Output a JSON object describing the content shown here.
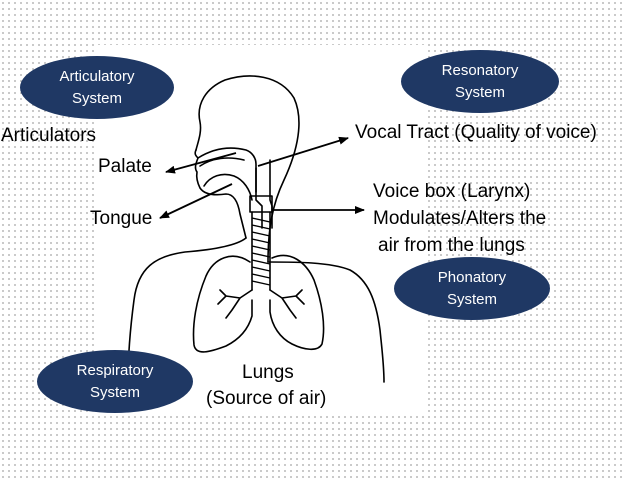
{
  "badges": {
    "articulatory": [
      "Articulatory",
      "System"
    ],
    "resonatory": [
      "Resonatory",
      "System"
    ],
    "phonatory": [
      "Phonatory",
      "System"
    ],
    "respiratory": [
      "Respiratory",
      "System"
    ]
  },
  "labels": {
    "articulators": "Articulators",
    "palate": "Palate",
    "tongue": "Tongue",
    "vocal_tract": "Vocal Tract (Quality of voice)",
    "voice_box": "Voice box (Larynx)",
    "modulates_line1": "Modulates/Alters the",
    "modulates_line2": "air from the lungs",
    "lungs": "Lungs",
    "source_of_air": "(Source of air)"
  },
  "colors": {
    "badge_fill": "#1f3864",
    "badge_text": "#ffffff",
    "outline": "#000000"
  }
}
